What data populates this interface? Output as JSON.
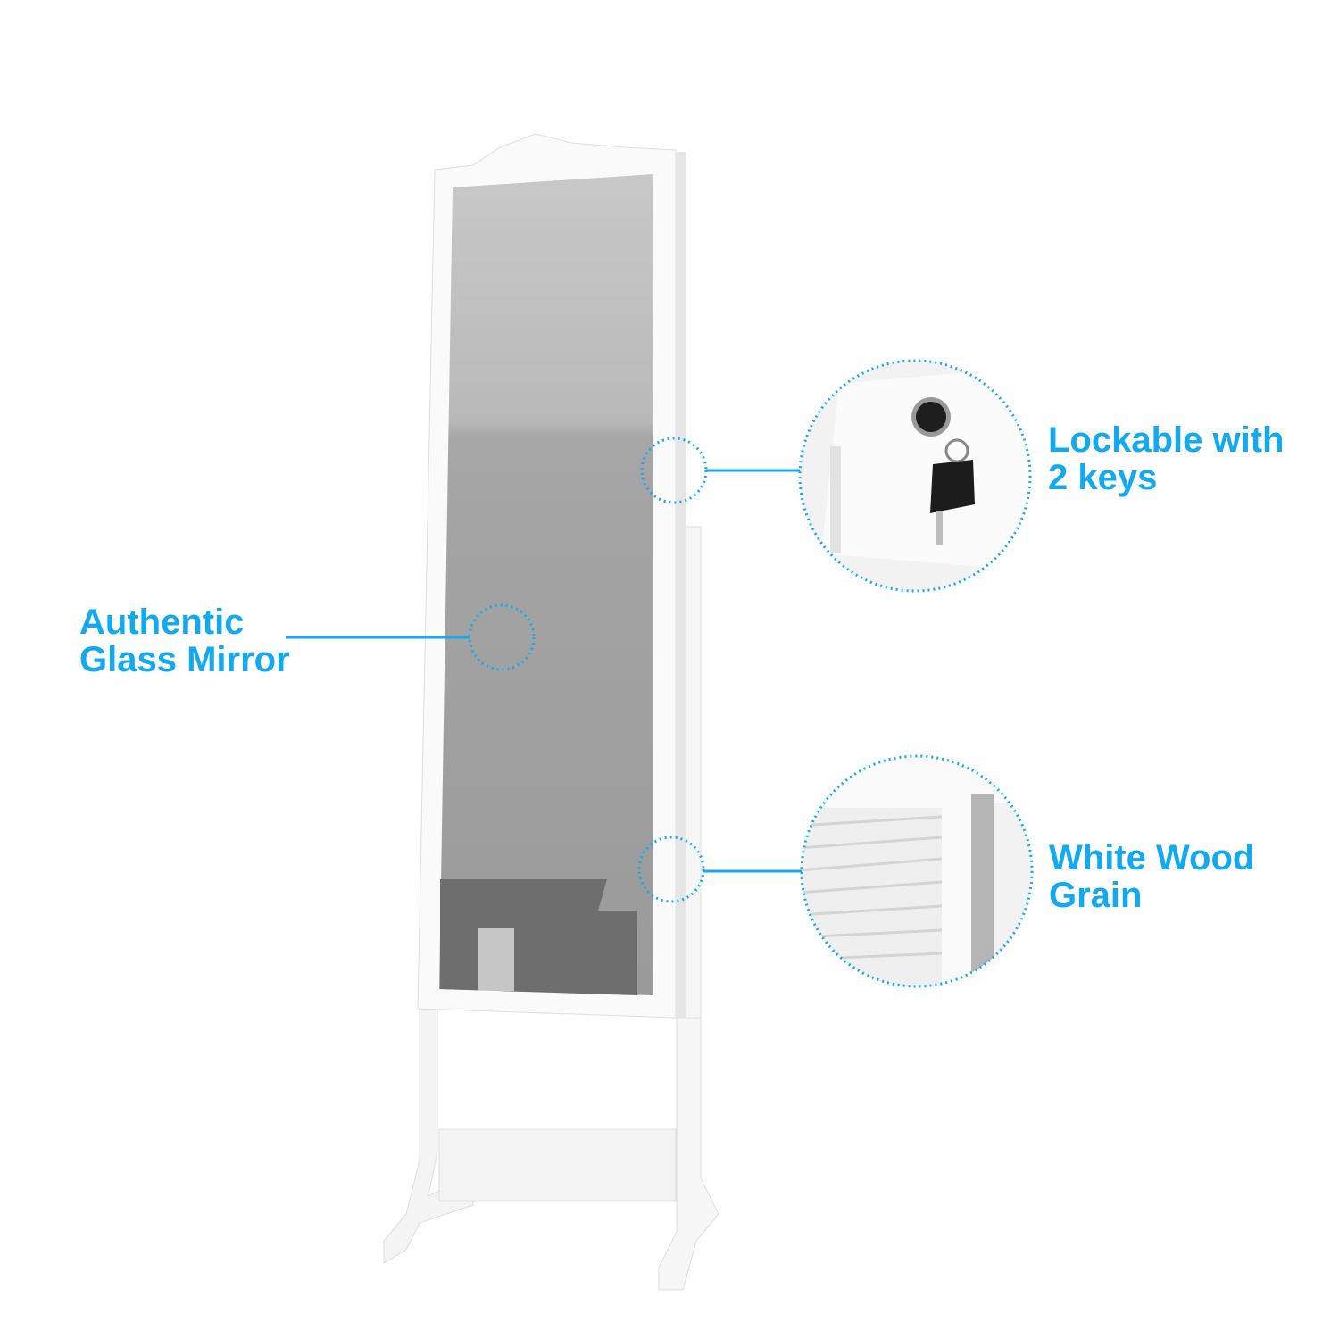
{
  "callouts": {
    "mirror": {
      "line1": "Authentic",
      "line2": "Glass Mirror"
    },
    "lock": {
      "line1": "Lockable with",
      "line2": "2 keys"
    },
    "wood": {
      "line1": "White Wood",
      "line2": "Grain"
    }
  },
  "colors": {
    "accent": "#12a9ee",
    "frame": "#ffffff",
    "mirror": "#a9a9a9"
  }
}
